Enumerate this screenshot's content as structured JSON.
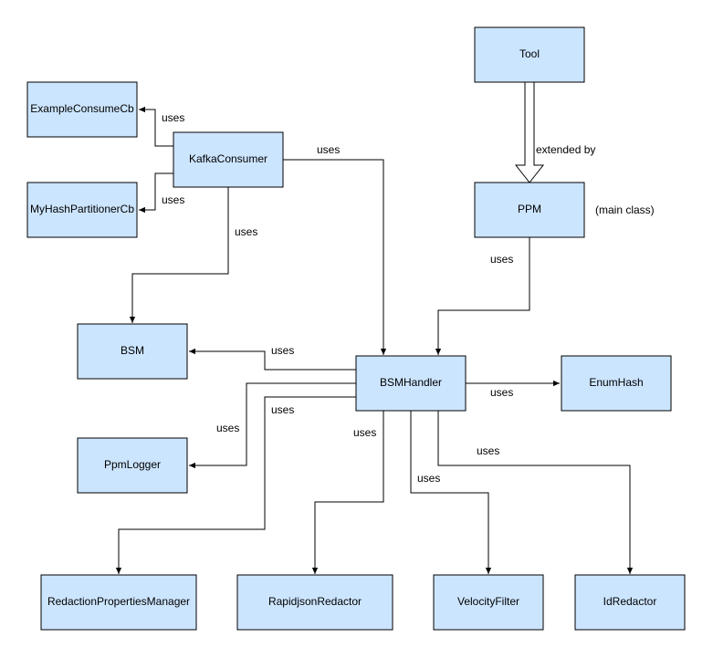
{
  "colors": {
    "node_fill": "#cce5ff",
    "node_stroke": "#000000",
    "edge": "#000000"
  },
  "nodes": {
    "tool": "Tool",
    "example_consume_cb": "ExampleConsumeCb",
    "kafka_consumer": "KafkaConsumer",
    "my_hash_partitioner_cb": "MyHashPartitionerCb",
    "ppm": "PPM",
    "bsm": "BSM",
    "bsm_handler": "BSMHandler",
    "enum_hash": "EnumHash",
    "ppm_logger": "PpmLogger",
    "redaction_properties_manager": "RedactionPropertiesManager",
    "rapidjson_redactor": "RapidjsonRedactor",
    "velocity_filter": "VelocityFilter",
    "id_redactor": "IdRedactor"
  },
  "annotations": {
    "ppm_note": "(main class)"
  },
  "edges": {
    "tool_ppm": "extended by",
    "kafka_example": "uses",
    "kafka_myhash": "uses",
    "kafka_handler": "uses",
    "kafka_bsm": "uses",
    "ppm_handler": "uses",
    "handler_bsm": "uses",
    "handler_enumhash": "uses",
    "handler_ppmlogger": "uses",
    "handler_redaction": "uses",
    "handler_rapidjson": "uses",
    "handler_velocity": "uses",
    "handler_idredactor": "uses"
  }
}
